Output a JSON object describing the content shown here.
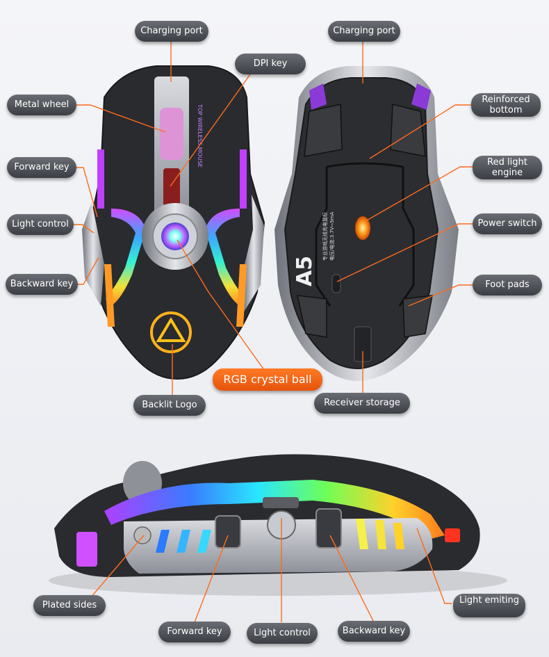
{
  "labels": {
    "charging_port_top": "Charging port",
    "charging_port_bottom": "Charging port",
    "dpi_key": "DPI key",
    "metal_wheel": "Metal wheel",
    "reinforced_bottom": "Reinforced bottom",
    "forward_key_top": "Forward key",
    "red_light_engine": "Red light engine",
    "light_control_top": "Light control",
    "power_switch": "Power switch",
    "backward_key_top": "Backward key",
    "foot_pads": "Foot pads",
    "rgb_crystal_ball": "RGB crystal ball",
    "backlit_logo": "Backlit Logo",
    "receiver_storage": "Receiver storage",
    "plated_sides": "Plated sides",
    "light_emitting": "Light emiting",
    "forward_key_side": "Forward key",
    "light_control_side": "Light control",
    "backward_key_side": "Backward key"
  },
  "product": {
    "model": "A5",
    "top_text": "TOP WIRELESS MOUSE",
    "bottom_text_1": "专业游戏无线充电鼠标",
    "bottom_text_2": "电压/电流:3.7V⎓5mA"
  },
  "colors": {
    "accent": "#ff6a1a",
    "label_bg": "#4a4d53",
    "mouse_body": "#2a2b2f",
    "metal": "#b9bcc3"
  }
}
